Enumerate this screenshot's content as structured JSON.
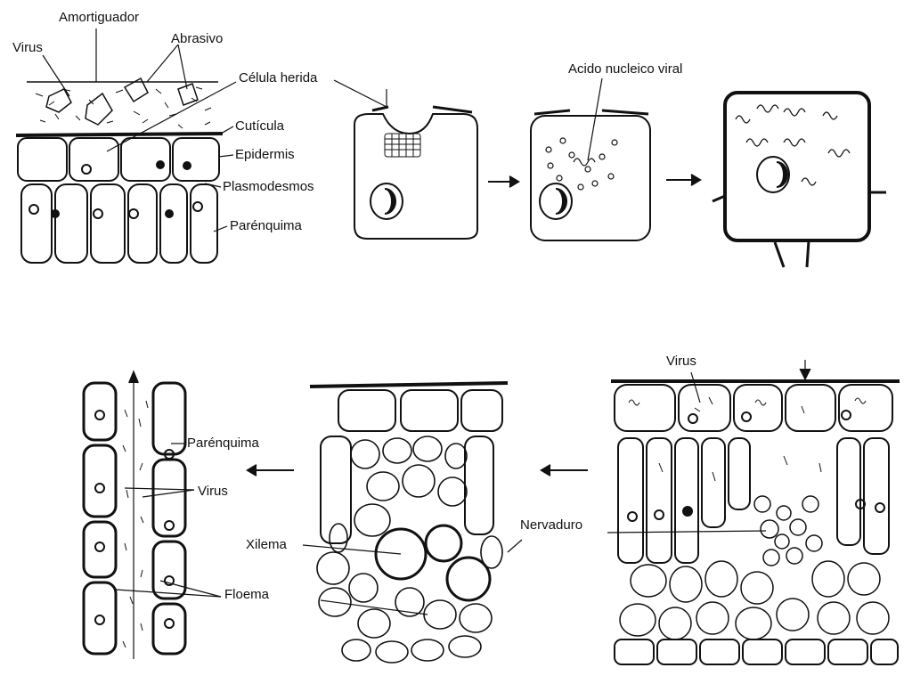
{
  "top_left": {
    "labels": {
      "amortiguador": "Amortiguador",
      "virus": "Virus",
      "abrasivo": "Abrasivo",
      "celula_herida": "Célula herida",
      "cuticula": "Cutícula",
      "epidermis": "Epidermis",
      "plasmodesmos": "Plasmodesmos",
      "parenquima": "Parénquima"
    }
  },
  "top_sequence": {
    "labels": {
      "acido_nucleico": "Acido nucleico viral"
    }
  },
  "bottom_right": {
    "labels": {
      "virus": "Virus",
      "nervaduro": "Nervaduro"
    }
  },
  "bottom_left": {
    "labels": {
      "parenquima": "Parénquima",
      "virus": "Virus",
      "xilema": "Xilema",
      "floema": "Floema"
    }
  },
  "colors": {
    "ink": "#111111",
    "paper": "#ffffff"
  }
}
